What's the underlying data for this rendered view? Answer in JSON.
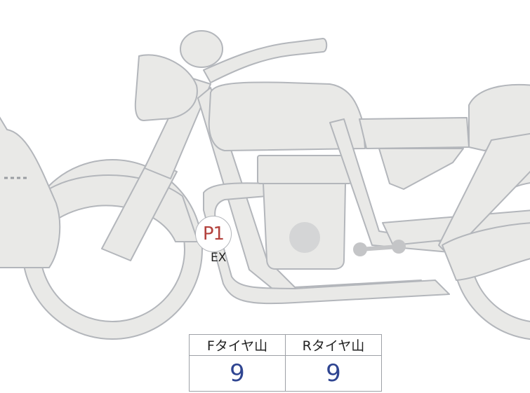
{
  "diagram": {
    "points": [
      {
        "label": "P1",
        "sub_label": "EX"
      }
    ]
  },
  "tire_table": {
    "headers": [
      "Fタイヤ山",
      "Rタイヤ山"
    ],
    "values": [
      "9",
      "9"
    ]
  }
}
